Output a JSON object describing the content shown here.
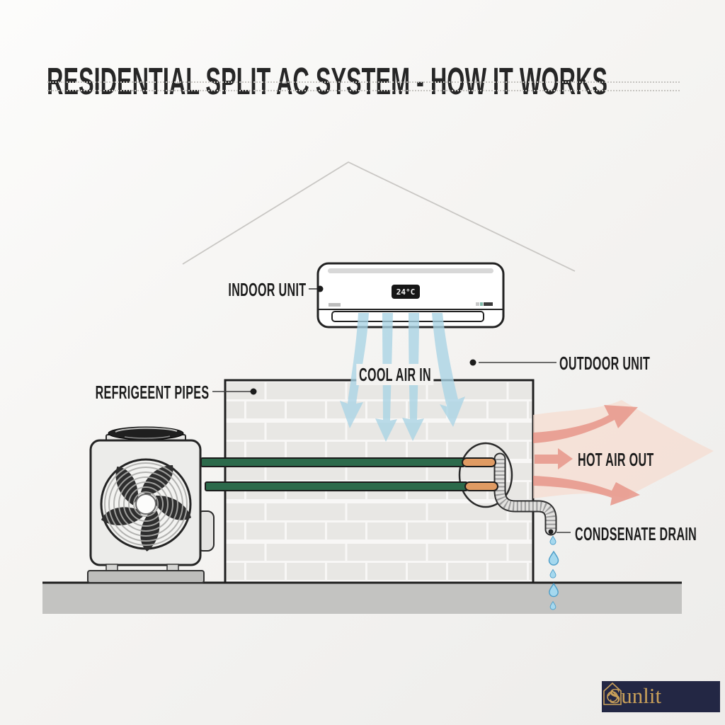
{
  "title": "RESIDENTIAL SPLIT AC SYSTEM - HOW IT WORKS",
  "labels": {
    "indoor_unit": "INDOOR UNIT",
    "cool_air_in": "COOL AIR IN",
    "outdoor_unit": "OUTDOOR UNIT",
    "refrigerant_pipes": "REFRIGEENT PIPES",
    "hot_air_out": "HOT AIR OUT",
    "condensate_drain": "CONDSENATE DRAIN"
  },
  "indoor_unit": {
    "thermostat_display": "24°C"
  },
  "brand": {
    "name": "Sunlit"
  },
  "colors": {
    "cool_air": "#a9d4e5",
    "hot_air": "#e8968a",
    "hot_air_glow": "#f5dcd0",
    "pipe_green": "#2c6a4b",
    "pipe_copper": "#e09b63",
    "droplet": "#a5d8ee",
    "droplet_edge": "#4f9fc9",
    "logo_bg": "#232744",
    "logo_gold": "#c9a05a",
    "wall_brick": "#e8e7e4",
    "ground": "#c3c3c1"
  }
}
